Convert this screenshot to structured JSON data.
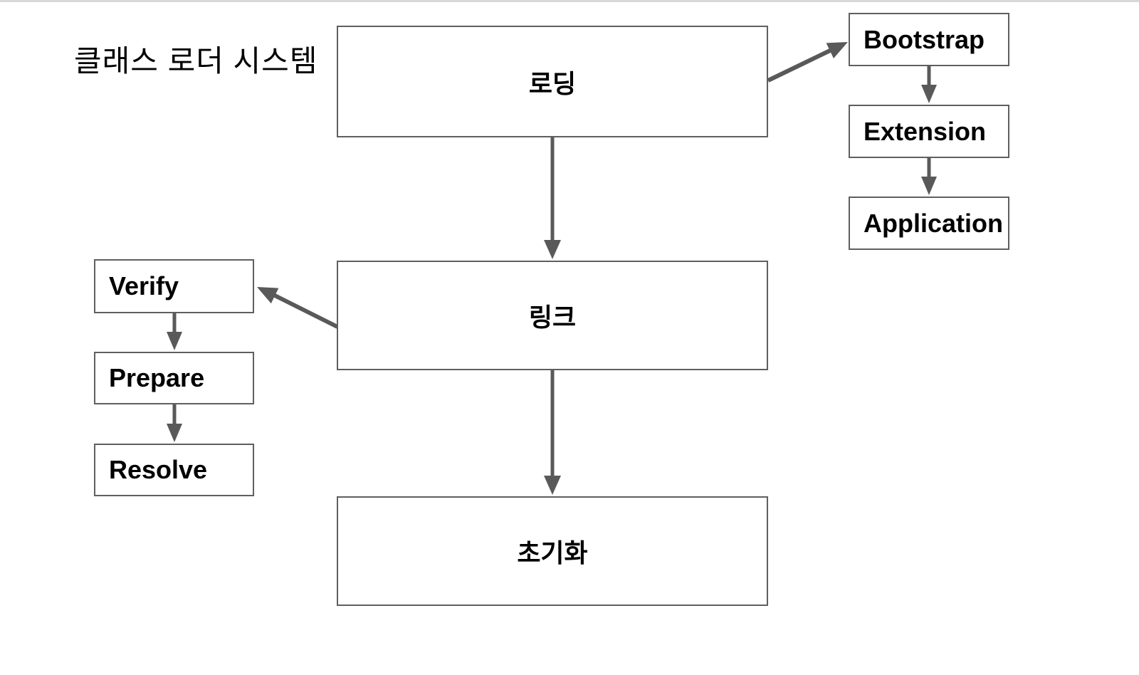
{
  "title": "클래스 로더 시스템",
  "nodes": {
    "loading": {
      "label": "로딩"
    },
    "link": {
      "label": "링크"
    },
    "init": {
      "label": "초기화"
    },
    "bootstrap": {
      "label": "Bootstrap"
    },
    "extension": {
      "label": "Extension"
    },
    "application": {
      "label": "Application"
    },
    "verify": {
      "label": "Verify"
    },
    "prepare": {
      "label": "Prepare"
    },
    "resolve": {
      "label": "Resolve"
    }
  },
  "edges": [
    {
      "from": "로딩",
      "to": "링크"
    },
    {
      "from": "로딩",
      "to": "Bootstrap"
    },
    {
      "from": "링크",
      "to": "초기화"
    },
    {
      "from": "링크",
      "to": "Verify"
    },
    {
      "from": "Bootstrap",
      "to": "Extension"
    },
    {
      "from": "Extension",
      "to": "Application"
    },
    {
      "from": "Verify",
      "to": "Prepare"
    },
    {
      "from": "Prepare",
      "to": "Resolve"
    }
  ],
  "colors": {
    "background": "#ffffff",
    "top_strip": "#d9d9d9",
    "box_border": "#5f5f5f",
    "box_fill": "#ffffff",
    "arrow": "#595959",
    "text": "#000000"
  }
}
